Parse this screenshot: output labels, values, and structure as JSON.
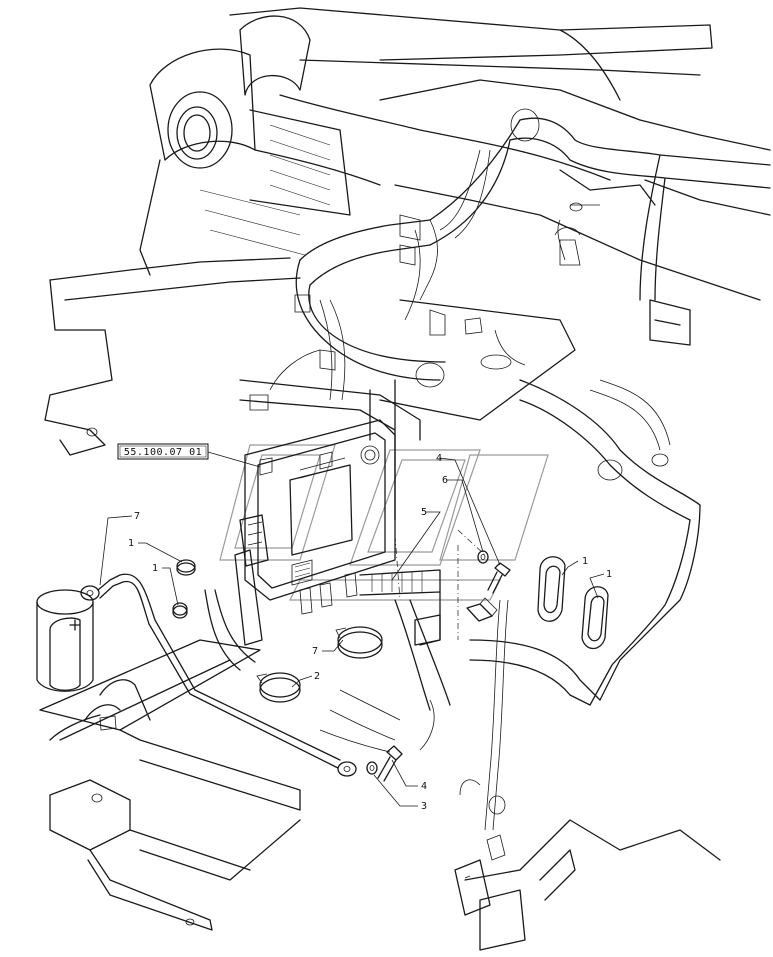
{
  "reference_box": {
    "text": "55.100.07 01"
  },
  "callouts": [
    {
      "id": "c7a",
      "label": "7"
    },
    {
      "id": "c1a",
      "label": "1"
    },
    {
      "id": "c1b",
      "label": "1"
    },
    {
      "id": "c4a",
      "label": "4"
    },
    {
      "id": "c6",
      "label": "6"
    },
    {
      "id": "c5",
      "label": "5"
    },
    {
      "id": "c1c",
      "label": "1"
    },
    {
      "id": "c1d",
      "label": "1"
    },
    {
      "id": "c7b",
      "label": "7"
    },
    {
      "id": "c2",
      "label": "2"
    },
    {
      "id": "c4b",
      "label": "4"
    },
    {
      "id": "c3",
      "label": "3"
    }
  ]
}
